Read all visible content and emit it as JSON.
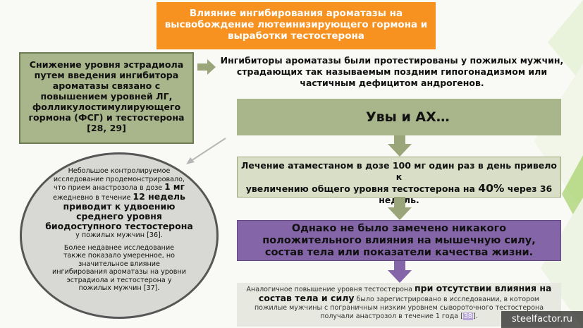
{
  "title": {
    "line1": "Влияние ингибирования ароматазы на",
    "line2": "высвобождение лютеинизирующего гормона и",
    "line3": "выработки тестостерона"
  },
  "left_box": {
    "lines": [
      "Снижение уровня эстрадиола",
      "путем введения ингибитора",
      "ароматазы связано с",
      "повышением уровней ЛГ,",
      "фолликулостимулирующего",
      "гормона (ФСГ) и тестостерона",
      "[28, 29]"
    ]
  },
  "intro": {
    "lines": [
      "Ингибиторы ароматазы были протестированы у пожилых мужчин,",
      "страдающих так называемым поздним гипогонадизмом или",
      "частичным дефицитом андрогенов."
    ]
  },
  "uvy": {
    "text": "Увы и АХ…"
  },
  "treatment": {
    "line1": "Лечение атаместаном в дозе 100 мг один раз в день привело к",
    "line2_a": "увеличению общего уровня тестостерона на ",
    "line2_pct": "40%",
    "line2_b": " через 36",
    "line3": "недель."
  },
  "purple": {
    "lines": [
      "Однако не было замечено никакого",
      "положительного влияния на мышечную силу,",
      "состав тела или показатели качества жизни."
    ]
  },
  "bottom": {
    "a": "Аналогичное повышение уровня тестостерона ",
    "b": "при отсутствии влияния на",
    "c": "состав тела и силу",
    "d": " было зарегистрировано в исследовании, в котором",
    "e": "пожилые мужчины с пограничным низким уровнем сывороточного тестостерона",
    "f": "получали анастрозол в течение 1 года [",
    "ref": "38",
    "g": "]."
  },
  "ellipse": {
    "l1": "Небольшое контролируемое",
    "l2": "исследование продемонстрировало,",
    "l3a": "что прием анастрозола в дозе ",
    "l3b": "1 мг",
    "l4a": "ежедневно в течение ",
    "l4b": "12 недель",
    "l5": "приводит к удвоению",
    "l6": "среднего уровня",
    "l7": "биодоступного тестостерона",
    "l8": "у пожилых мужчин [36].",
    "l9": "Более недавнее исследование",
    "l10": "также показало умеренное, но",
    "l11": "значительное влияние",
    "l12": "ингибирования ароматазы на уровни",
    "l13": "эстрадиола и тестостерона у",
    "l14": "пожилых мужчин [37]."
  },
  "watermark": {
    "text": "steelfactor.ru"
  },
  "colors": {
    "title_bg": "#f79120",
    "green_box": "#a9b58a",
    "light_green_box": "#d9dfc6",
    "purple_box": "#8465a7",
    "arrow": "#9aa679",
    "accent_deco": "#8cc63f"
  },
  "icons": [
    "right-arrow-icon",
    "down-arrow-icon"
  ]
}
